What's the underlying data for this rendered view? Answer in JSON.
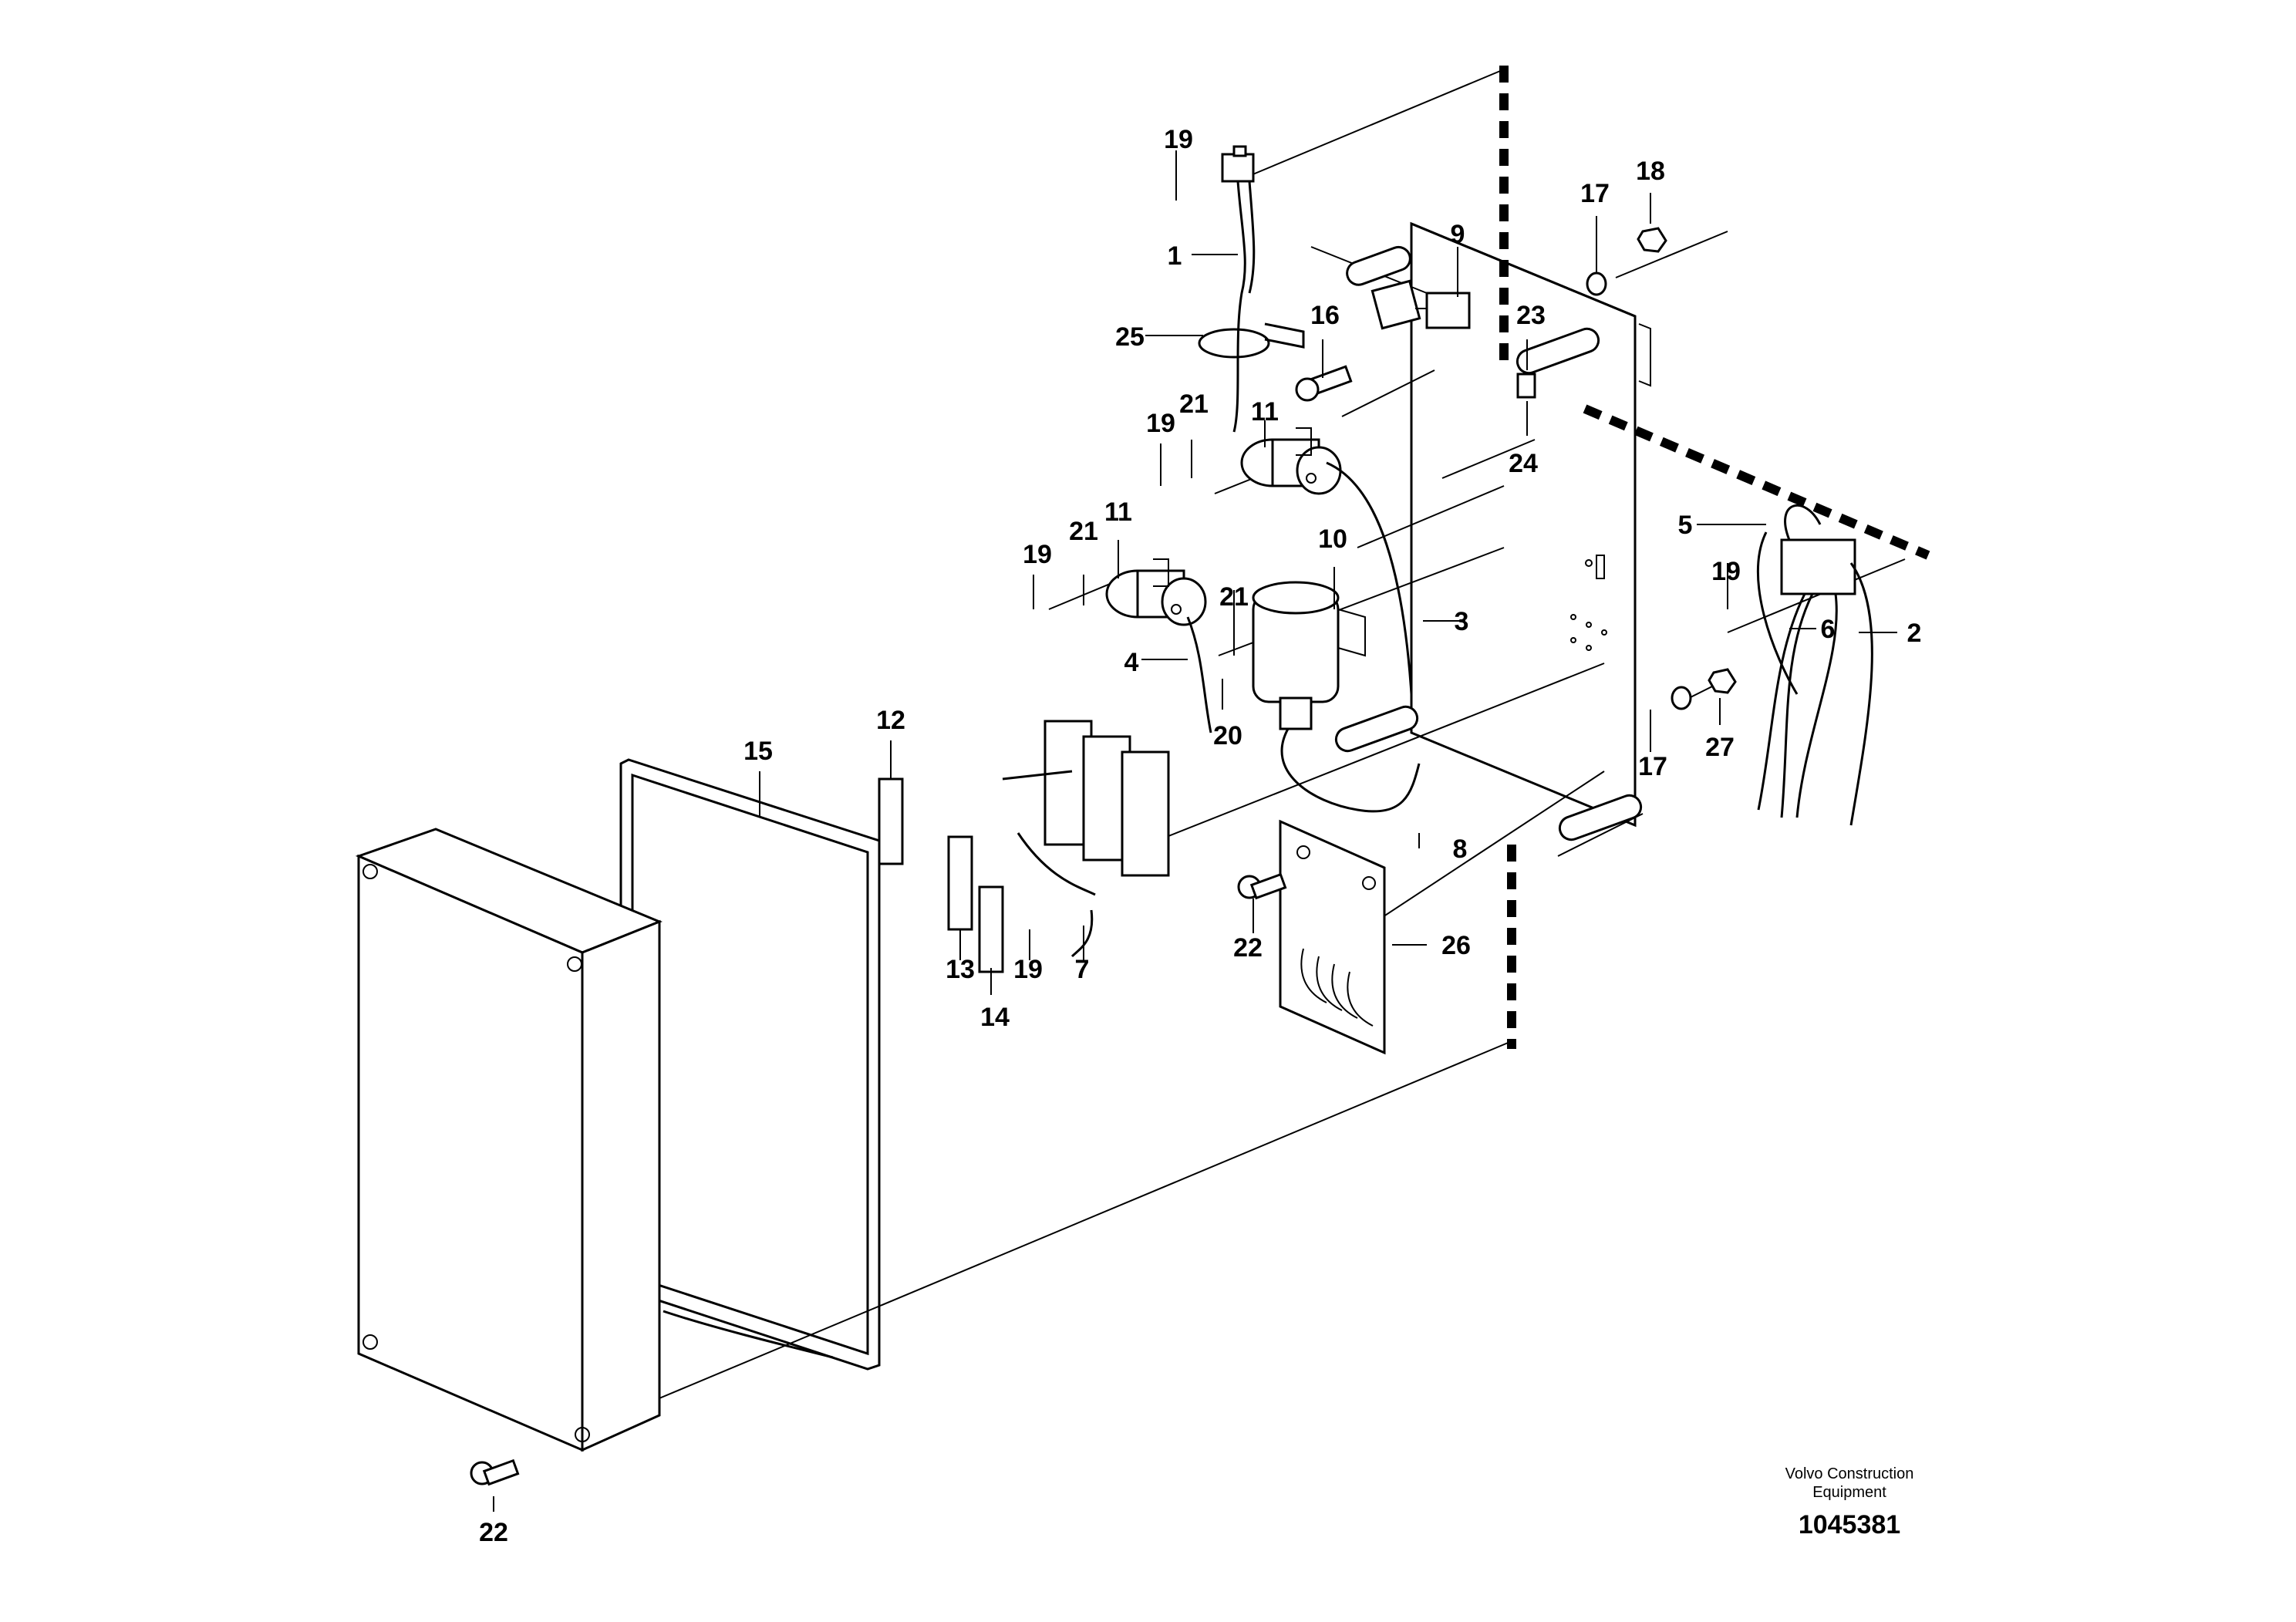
{
  "title": "",
  "labels": [
    "1",
    "2",
    "3",
    "4",
    "5",
    "6",
    "7",
    "8",
    "9",
    "10",
    "11",
    "11",
    "12",
    "13",
    "14",
    "15",
    "16",
    "17",
    "17",
    "18",
    "19",
    "19",
    "19",
    "19",
    "19",
    "20",
    "21",
    "21",
    "21",
    "22",
    "22",
    "23",
    "24",
    "25",
    "26",
    "27"
  ],
  "footer": {
    "company_line1": "Volvo Construction",
    "company_line2": "Equipment",
    "drawing_number": "1045381"
  },
  "colors": {
    "ink": "#000000",
    "paper": "#ffffff"
  }
}
